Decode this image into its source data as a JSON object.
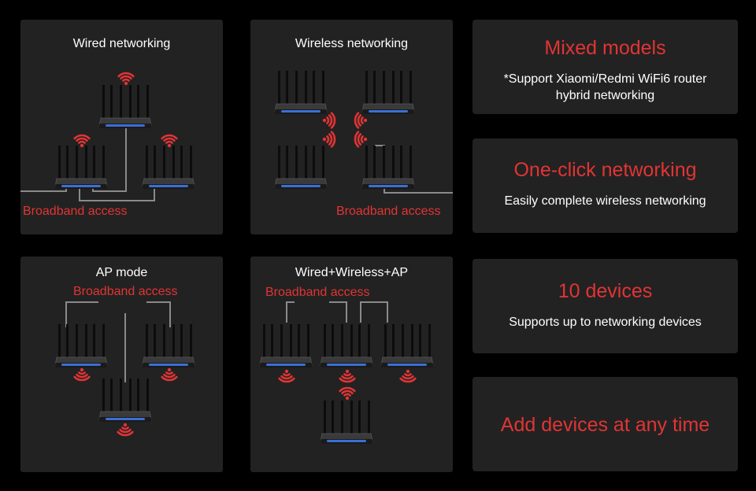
{
  "colors": {
    "background": "#000000",
    "panel": "#222222",
    "accent_red": "#e23434",
    "line_gray": "#8a8a8a",
    "router_glow": "#3b6fd4"
  },
  "icons": [
    "router-icon",
    "wifi-signal-icon"
  ],
  "diagrams": {
    "wired": {
      "title": "Wired networking",
      "broadband": "Broadband access"
    },
    "wireless": {
      "title": "Wireless networking",
      "broadband": "Broadband access"
    },
    "ap": {
      "title": "AP mode",
      "broadband": "Broadband access"
    },
    "combo": {
      "title": "Wired+Wireless+AP",
      "broadband": "Broadband access"
    }
  },
  "features": [
    {
      "title": "Mixed models",
      "desc_line1": "*Support Xiaomi/Redmi WiFi6 router",
      "desc_line2": "hybrid networking"
    },
    {
      "title": "One-click networking",
      "desc": "Easily complete wireless networking"
    },
    {
      "title": "10 devices",
      "desc": "Supports up to networking devices"
    },
    {
      "title": "Add devices at any time"
    }
  ]
}
